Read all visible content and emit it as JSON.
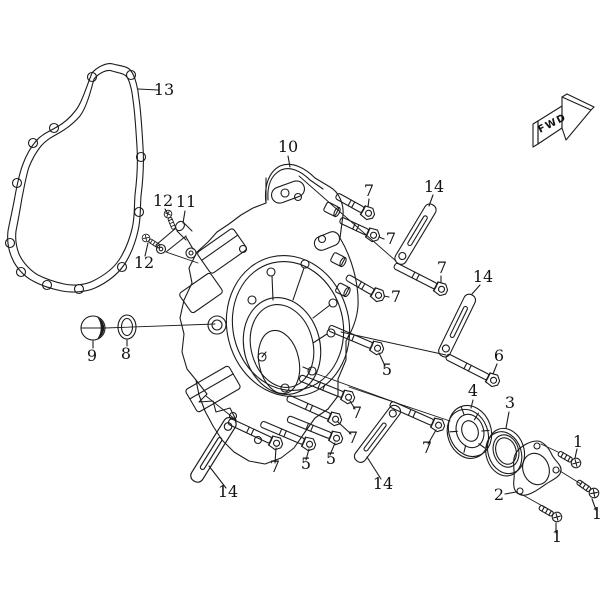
{
  "figure": {
    "kind": "exploded-parts-diagram",
    "background_color": "#ffffff",
    "line_color": "#1c1c1c"
  },
  "fwd": {
    "label": "FWD"
  },
  "callouts": [
    {
      "label": "13"
    },
    {
      "label": "10"
    },
    {
      "label": "12"
    },
    {
      "label": "11"
    },
    {
      "label": "12"
    },
    {
      "label": "9"
    },
    {
      "label": "8"
    },
    {
      "label": "7"
    },
    {
      "label": "7"
    },
    {
      "label": "14"
    },
    {
      "label": "7"
    },
    {
      "label": "7"
    },
    {
      "label": "14"
    },
    {
      "label": "6"
    },
    {
      "label": "5"
    },
    {
      "label": "4"
    },
    {
      "label": "3"
    },
    {
      "label": "7"
    },
    {
      "label": "7"
    },
    {
      "label": "7"
    },
    {
      "label": "5"
    },
    {
      "label": "5"
    },
    {
      "label": "7"
    },
    {
      "label": "14"
    },
    {
      "label": "14"
    },
    {
      "label": "2"
    },
    {
      "label": "1"
    },
    {
      "label": "1"
    },
    {
      "label": "1"
    }
  ]
}
